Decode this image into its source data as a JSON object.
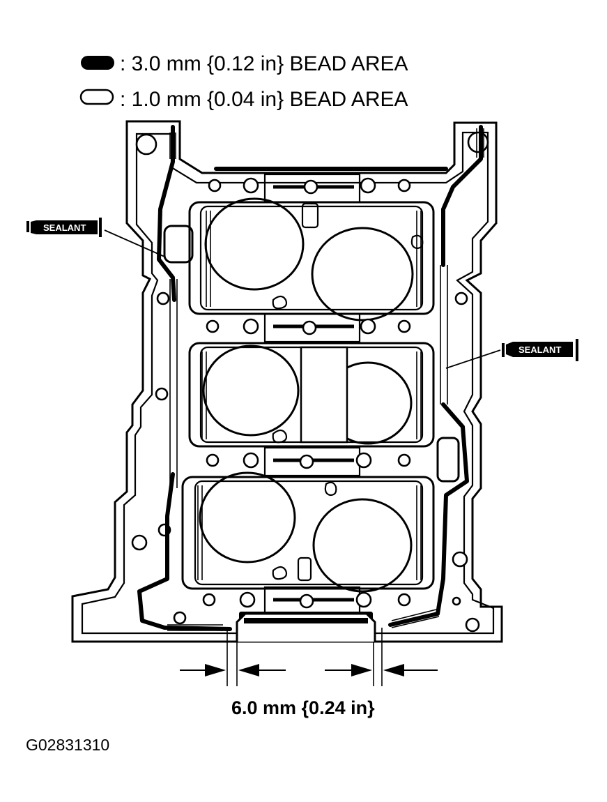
{
  "legend": {
    "items": [
      {
        "symbol": "filled-bead",
        "text": ": 3.0 mm {0.12 in} BEAD AREA"
      },
      {
        "symbol": "outline-bead",
        "text": ": 1.0 mm {0.04 in} BEAD AREA"
      }
    ]
  },
  "callouts": {
    "left_sealant": "SEALANT",
    "right_sealant": "SEALANT"
  },
  "dimension": {
    "label": "6.0 mm {0.24 in}"
  },
  "figure_code": "G02831310"
}
